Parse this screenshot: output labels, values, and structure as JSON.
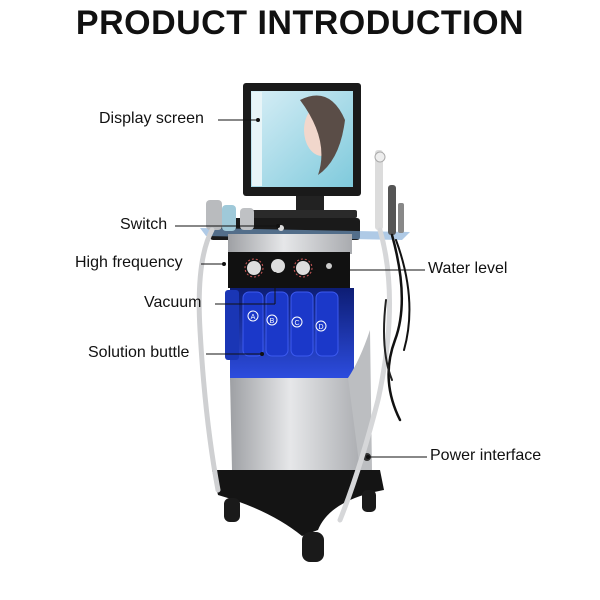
{
  "title": "PRODUCT INTRODUCTION",
  "callouts": {
    "display_screen": "Display screen",
    "switch": "Switch",
    "high_frequency": "High frequency",
    "vacuum": "Vacuum",
    "solution_buttle": "Solution buttle",
    "water_level": "Water level",
    "power_interface": "Power interface"
  },
  "bottles": [
    "A",
    "B",
    "C",
    "D"
  ],
  "colors": {
    "tank_blue": "#1f3cc7",
    "body_gray": "#c9cacc",
    "panel_black": "#111111",
    "screen_cyan": "#8fd6e6"
  }
}
